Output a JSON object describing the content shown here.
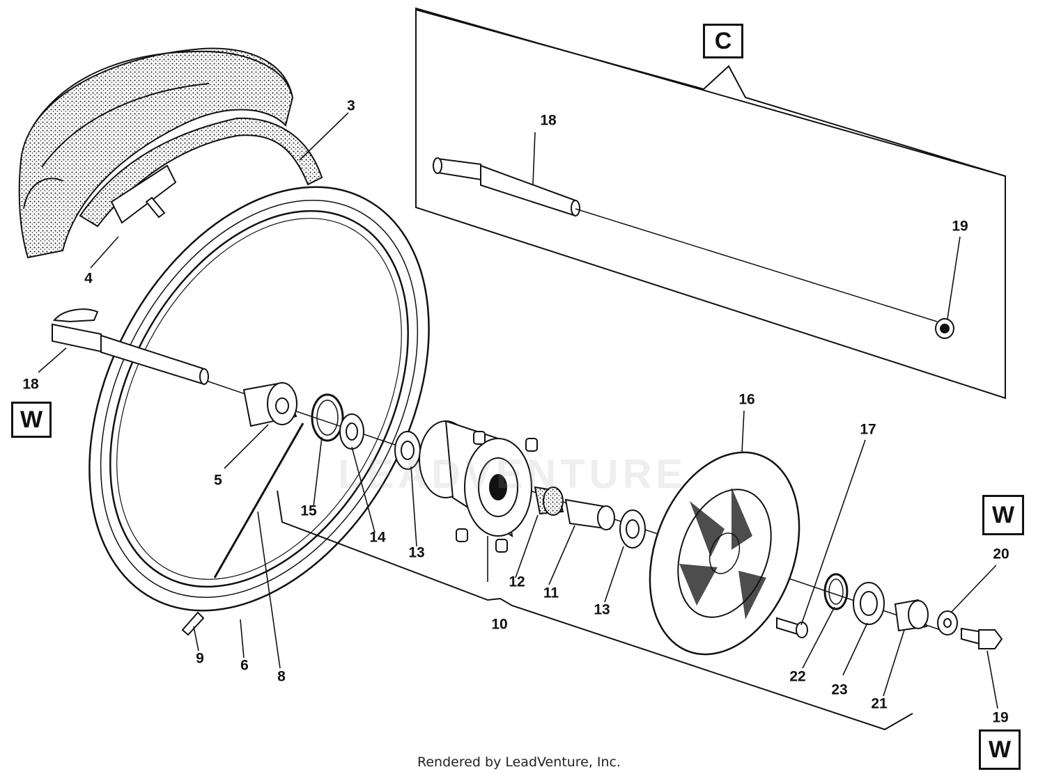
{
  "parts": [
    {
      "id": "3",
      "label": "3"
    },
    {
      "id": "4",
      "label": "4"
    },
    {
      "id": "5",
      "label": "5"
    },
    {
      "id": "6",
      "label": "6"
    },
    {
      "id": "8",
      "label": "8"
    },
    {
      "id": "9",
      "label": "9"
    },
    {
      "id": "10",
      "label": "10"
    },
    {
      "id": "11",
      "label": "11"
    },
    {
      "id": "12",
      "label": "12"
    },
    {
      "id": "13a",
      "label": "13"
    },
    {
      "id": "13b",
      "label": "13"
    },
    {
      "id": "14",
      "label": "14"
    },
    {
      "id": "15",
      "label": "15"
    },
    {
      "id": "16",
      "label": "16"
    },
    {
      "id": "17",
      "label": "17"
    },
    {
      "id": "18a",
      "label": "18"
    },
    {
      "id": "18b",
      "label": "18"
    },
    {
      "id": "19a",
      "label": "19"
    },
    {
      "id": "19b",
      "label": "19"
    },
    {
      "id": "20",
      "label": "20"
    },
    {
      "id": "21",
      "label": "21"
    },
    {
      "id": "22",
      "label": "22"
    },
    {
      "id": "23",
      "label": "23"
    }
  ],
  "variant_boxes": [
    {
      "id": "c-top",
      "label": "C"
    },
    {
      "id": "w-left",
      "label": "W"
    },
    {
      "id": "w-right",
      "label": "W"
    },
    {
      "id": "w-bottom",
      "label": "W"
    }
  ],
  "watermark": "LEADVENTURE",
  "credit": "Rendered by LeadVenture, Inc."
}
